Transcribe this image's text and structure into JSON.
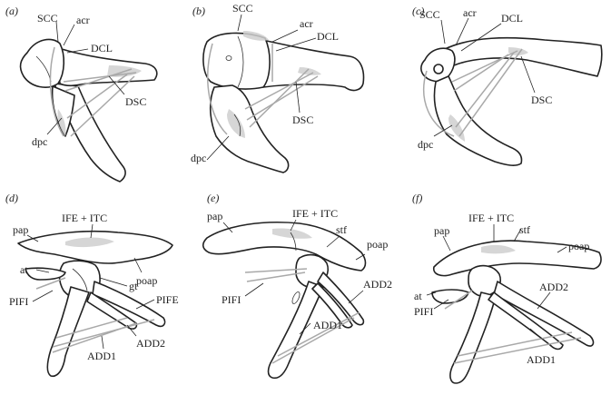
{
  "panels": [
    {
      "id": "a",
      "label": "(a)",
      "structures": [
        "SCC",
        "acr",
        "DCL",
        "DSC",
        "dpc"
      ]
    },
    {
      "id": "b",
      "label": "(b)",
      "structures": [
        "SCC",
        "acr",
        "DCL",
        "DSC",
        "dpc"
      ]
    },
    {
      "id": "c",
      "label": "(c)",
      "structures": [
        "SCC",
        "acr",
        "DCL",
        "DSC",
        "dpc"
      ]
    },
    {
      "id": "d",
      "label": "(d)",
      "structures": [
        "pap",
        "IFE + ITC",
        "at",
        "poap",
        "gt",
        "PIFI",
        "PIFE",
        "ADD1",
        "ADD2"
      ]
    },
    {
      "id": "e",
      "label": "(e)",
      "structures": [
        "pap",
        "IFE + ITC",
        "stf",
        "poap",
        "PIFI",
        "ADD2",
        "ADD1"
      ]
    },
    {
      "id": "f",
      "label": "(f)",
      "structures": [
        "pap",
        "IFE + ITC",
        "stf",
        "poap",
        "at",
        "ADD2",
        "PIFI",
        "ADD1"
      ]
    }
  ],
  "colors": {
    "ink": "#222222",
    "muscle_lines": "#a9a9a9",
    "attachment_shading": "#cfcfcf",
    "background": "#ffffff"
  }
}
